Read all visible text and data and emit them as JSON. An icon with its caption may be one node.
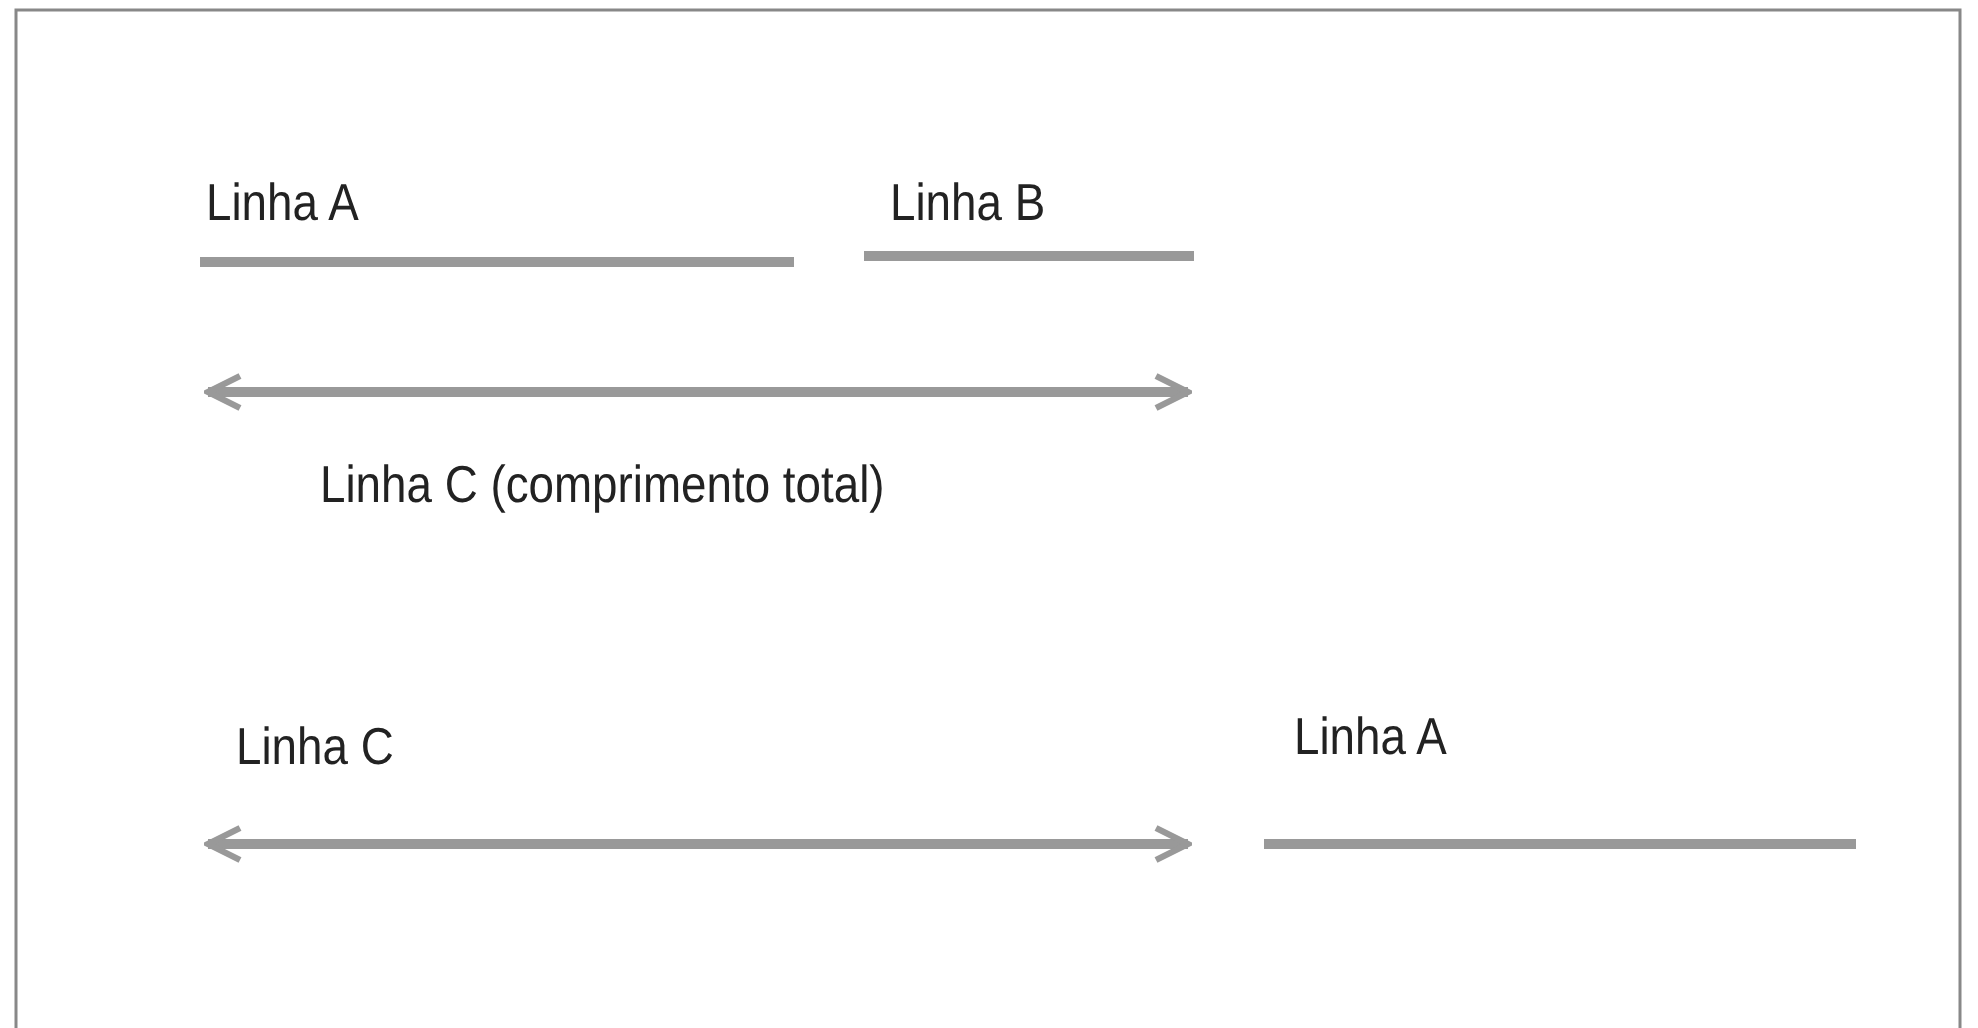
{
  "diagram": {
    "labels": [
      "Linha A",
      "Linha B",
      "Linha C (comprimento total)",
      "Linha C",
      "Linha A"
    ]
  }
}
